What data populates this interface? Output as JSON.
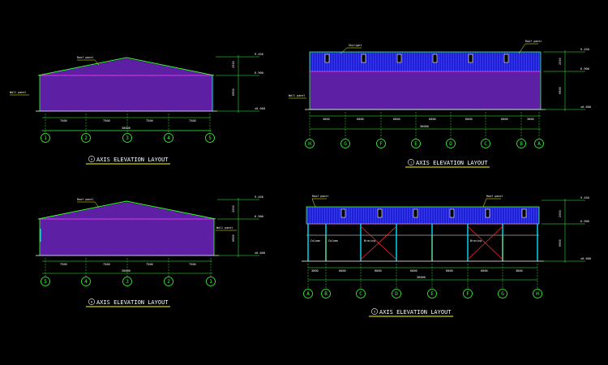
{
  "colors": {
    "background": "#000000",
    "wall_purple": "#5a1c9e",
    "roof_blue": "#1f1fd8",
    "line_green": "#3aff3a",
    "roof_pink": "#ff44ff",
    "label_yellow": "#ffff00",
    "red": "#ff2a2a",
    "cyan": "#00e5ff",
    "white": "#ffffff"
  },
  "views": [
    {
      "id": "view-a",
      "title": "A  AXIS ELEVATION LAYOUT",
      "badge": "A",
      "title_text": "AXIS ELEVATION LAYOUT",
      "axes": [
        "1",
        "2",
        "3",
        "4",
        "5"
      ],
      "dims": [
        "7500",
        "7500",
        "7500",
        "7500"
      ],
      "total": "30000",
      "levels": [
        "9.450",
        "6.900",
        "±0.000"
      ],
      "side_dims": [
        "2550",
        "6900"
      ],
      "leaders": [
        "Roof panel",
        "Wall panel"
      ]
    },
    {
      "id": "view-1",
      "title": "1  AXIS ELEVATION LAYOUT",
      "badge": "1",
      "title_text": "AXIS ELEVATION LAYOUT",
      "axes": [
        "H",
        "G",
        "F",
        "E",
        "D",
        "C",
        "B",
        "A"
      ],
      "dims": [
        "3000",
        "6000",
        "6000",
        "6000",
        "6000",
        "6000",
        "3000"
      ],
      "total": "36000",
      "levels": [
        "9.450",
        "6.900",
        "±0.000"
      ],
      "side_dims": [
        "2550",
        "6900"
      ],
      "leaders": [
        "Skylight",
        "Roof panel",
        "Wall panel"
      ]
    },
    {
      "id": "view-b",
      "title": "B  AXIS ELEVATION LAYOUT",
      "badge": "B",
      "title_text": "AXIS ELEVATION LAYOUT",
      "axes": [
        "5",
        "4",
        "3",
        "2",
        "1"
      ],
      "dims": [
        "7500",
        "7500",
        "7500",
        "7500"
      ],
      "total": "30000",
      "levels": [
        "9.450",
        "6.900",
        "±0.000"
      ],
      "side_dims": [
        "2550",
        "6900"
      ],
      "leaders": [
        "Roof panel",
        "Wall panel"
      ]
    },
    {
      "id": "view-5",
      "title": "5  AXIS ELEVATION LAYOUT",
      "badge": "5",
      "title_text": "AXIS ELEVATION LAYOUT",
      "axes": [
        "A",
        "B",
        "C",
        "D",
        "E",
        "F",
        "G",
        "H"
      ],
      "dims": [
        "3000",
        "6000",
        "6000",
        "6000",
        "6000",
        "6000",
        "3000"
      ],
      "total": "36000",
      "levels": [
        "9.450",
        "6.900",
        "±0.000"
      ],
      "side_dims": [
        "2550",
        "6900"
      ],
      "leaders": [
        "Roof panel",
        "Column",
        "Bracing"
      ]
    }
  ]
}
